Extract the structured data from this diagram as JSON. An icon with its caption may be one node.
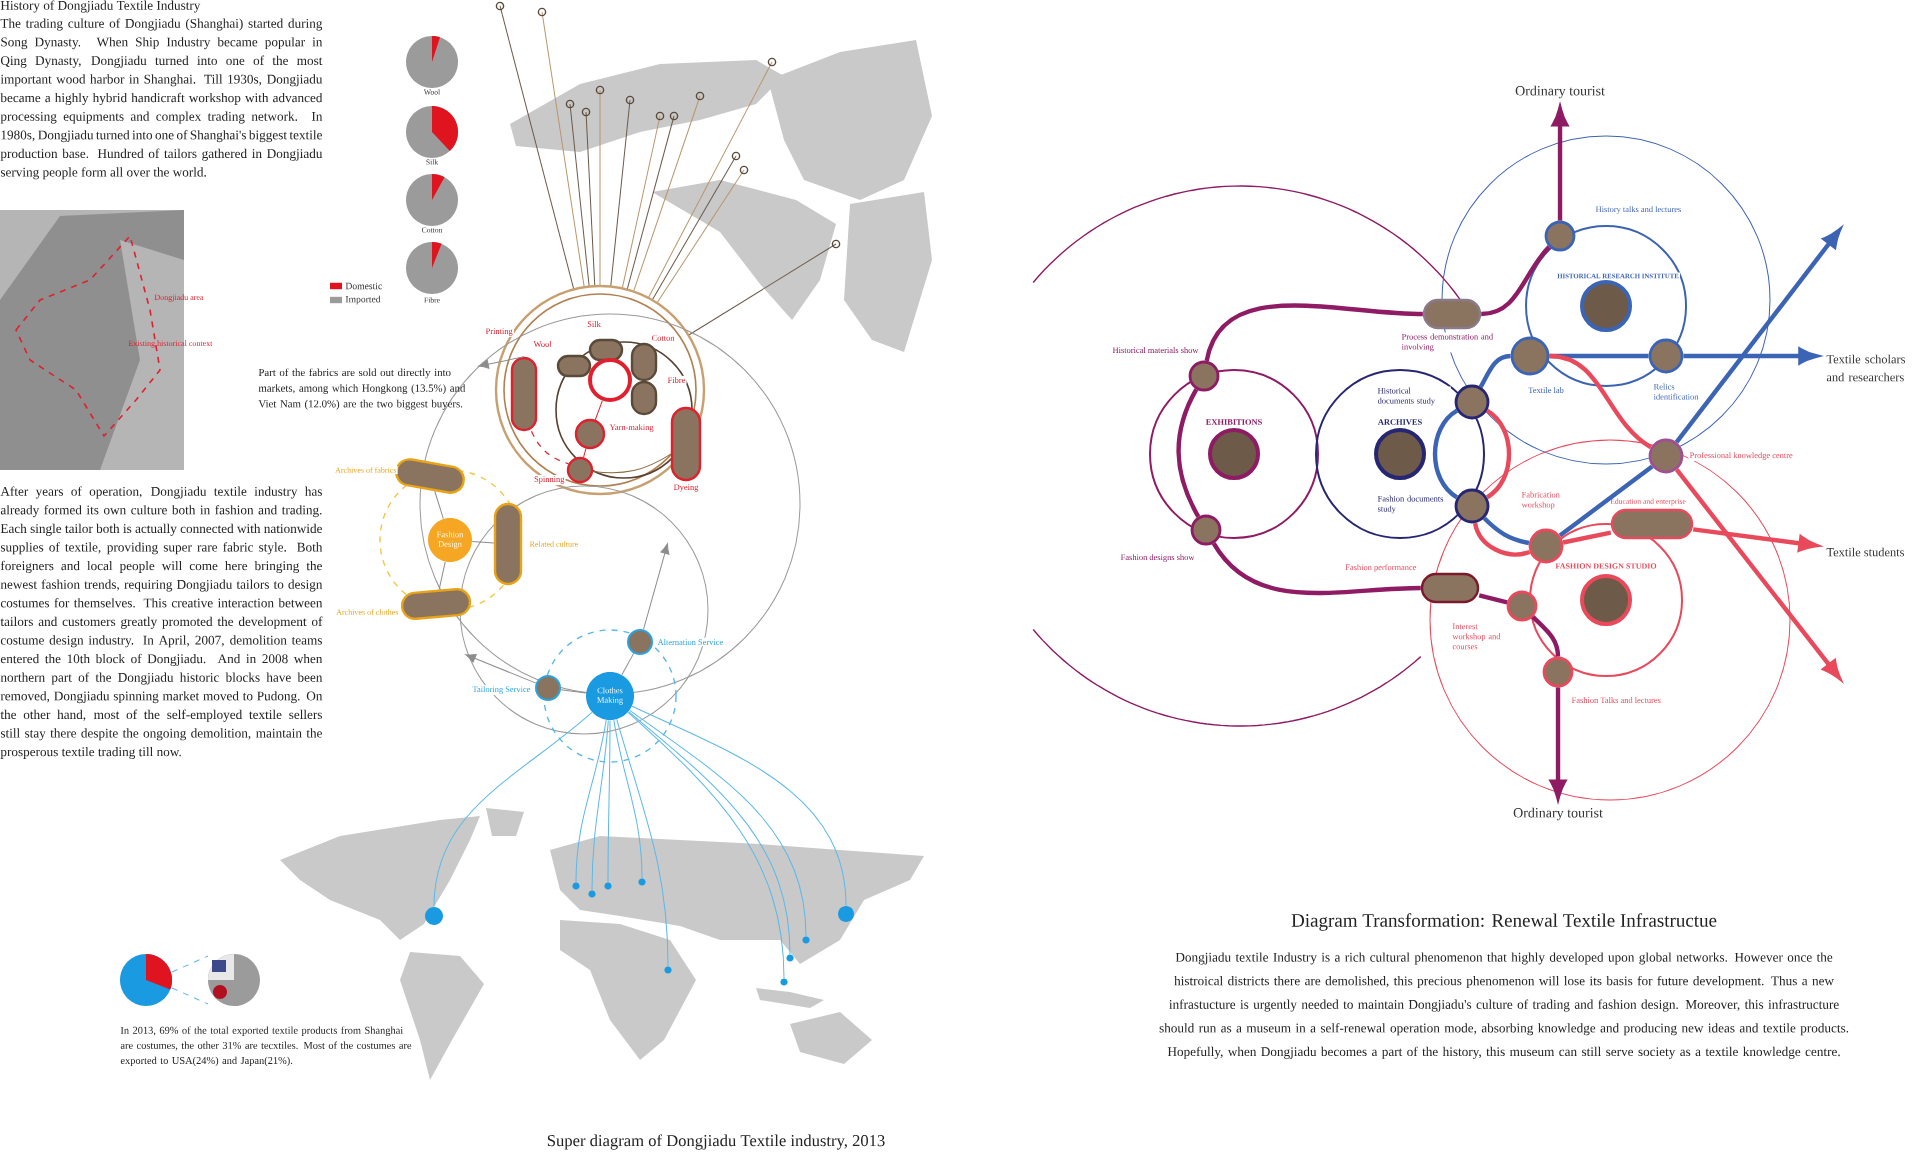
{
  "diagram": {
    "title": "Diagram Transformation: Renewal Textile Infrastructue",
    "caption": "Super diagram of Dongjiadu Textile industry, 2013",
    "nodes": [
      {
        "text": [
          "Printing"
        ]
      },
      {
        "text": [
          "Wool"
        ]
      },
      {
        "text": [
          "Silk"
        ]
      },
      {
        "text": [
          "Cotton"
        ]
      },
      {
        "text": [
          "Fibre"
        ]
      },
      {
        "text": [],
        "shape": "circle"
      },
      {
        "text": [
          "Yarn-making"
        ]
      },
      {
        "text": [
          "Spinning"
        ]
      },
      {
        "text": [
          "Dyeing"
        ]
      },
      {
        "text": [
          "Fashion Design"
        ]
      },
      {
        "text": [
          "Archives of fabrics"
        ]
      },
      {
        "text": [
          "Related culture"
        ]
      },
      {
        "text": [
          "Archives of clothes"
        ]
      },
      {
        "text": [
          "Clothes Making"
        ]
      },
      {
        "text": [
          "Tailoring Service"
        ]
      },
      {
        "text": [
          "Alternation Service"
        ]
      },
      {
        "text": [],
        "shape": "circle"
      },
      {
        "text": [],
        "shape": "circle"
      },
      {
        "text": [],
        "shape": "circle"
      },
      {
        "text": [],
        "shape": "circle"
      },
      {
        "text": [],
        "shape": "circle"
      },
      {
        "text": [],
        "shape": "circle"
      },
      {
        "text": [],
        "shape": "circle"
      },
      {
        "text": [],
        "shape": "circle"
      },
      {
        "text": [],
        "shape": "circle"
      },
      {
        "text": [],
        "shape": "circle"
      },
      {
        "text": [
          "Ordinary tourist"
        ]
      },
      {
        "text": [
          "History talks and lectures"
        ]
      },
      {
        "text": [
          "Process demonstration and involving"
        ]
      },
      {
        "text": [
          "HISTORICAL RESEARCH INSTITUTE"
        ]
      },
      {
        "text": [
          "Historical materials show"
        ]
      },
      {
        "text": [
          "EXHIBITIONS"
        ]
      },
      {
        "text": [
          "ARCHIVES"
        ]
      },
      {
        "text": [
          "Historical documents study"
        ]
      },
      {
        "text": [
          "Textile lab"
        ]
      },
      {
        "text": [
          "Relics identification"
        ]
      },
      {
        "text": [
          "Textile scholars and researchers"
        ]
      },
      {
        "text": [
          "Fashion documents study"
        ]
      },
      {
        "text": [
          "Professional knowledge centre"
        ]
      },
      {
        "text": [
          "Fabrication workshop"
        ]
      },
      {
        "text": [
          "Education and enterprise"
        ]
      },
      {
        "text": [
          "Textile students"
        ]
      },
      {
        "text": [
          "Fashion designs show"
        ]
      },
      {
        "text": [
          "FASHION DESIGN STUDIO"
        ]
      },
      {
        "text": [
          "Fashion performance"
        ]
      },
      {
        "text": [
          "Interest workshop and courses"
        ]
      },
      {
        "text": [
          "Fashion Talks and lectures"
        ]
      },
      {
        "text": [
          "Ordinary tourist"
        ]
      },
      {
        "text": [
          "Part of the fabrics are sold out directly into markets, among which Hongkong (13.5%) and Viet Nam (12.0%) are the two biggest buyers."
        ]
      }
    ],
    "edges": [
      {
        "from": 0,
        "to": 48,
        "arrow": "to",
        "color": "#8c8c8c"
      },
      {
        "from": 0,
        "to": 7,
        "arrow": "none",
        "style": "dashed",
        "color": "#e0202e"
      },
      {
        "from": 7,
        "to": 6,
        "arrow": "none",
        "color": "#e0202e"
      },
      {
        "from": 6,
        "to": 5,
        "arrow": "none",
        "color": "#e0202e"
      },
      {
        "from": 7,
        "to": 8,
        "arrow": "none",
        "color": "#8b6b3e"
      },
      {
        "from": 9,
        "to": 10,
        "arrow": "none",
        "color": "#8c8c8c"
      },
      {
        "from": 9,
        "to": 11,
        "arrow": "none",
        "color": "#8c8c8c"
      },
      {
        "from": 9,
        "to": 12,
        "arrow": "none",
        "color": "#8c8c8c"
      },
      {
        "from": 13,
        "to": 14,
        "arrow": "none",
        "color": "#8c8c8c"
      },
      {
        "from": 13,
        "to": 15,
        "arrow": "none",
        "color": "#8c8c8c"
      },
      {
        "from": 14,
        "to": null,
        "arrow": "to",
        "color": "#8c8c8c"
      },
      {
        "from": 15,
        "to": null,
        "arrow": "to",
        "color": "#8c8c8c"
      },
      {
        "from": 13,
        "to": 16,
        "arrow": "none",
        "color": "#5bb8e8"
      },
      {
        "from": 13,
        "to": 17,
        "arrow": "none",
        "color": "#5bb8e8"
      },
      {
        "from": 13,
        "to": 18,
        "arrow": "none",
        "color": "#5bb8e8"
      },
      {
        "from": 13,
        "to": 19,
        "arrow": "none",
        "color": "#5bb8e8"
      },
      {
        "from": 13,
        "to": 20,
        "arrow": "none",
        "color": "#5bb8e8"
      },
      {
        "from": 13,
        "to": 21,
        "arrow": "none",
        "color": "#5bb8e8"
      },
      {
        "from": 13,
        "to": 22,
        "arrow": "none",
        "color": "#5bb8e8"
      },
      {
        "from": 13,
        "to": 23,
        "arrow": "none",
        "color": "#5bb8e8"
      },
      {
        "from": 13,
        "to": 24,
        "arrow": "none",
        "color": "#5bb8e8"
      },
      {
        "from": 13,
        "to": 25,
        "arrow": "none",
        "color": "#5bb8e8"
      },
      {
        "from": 27,
        "to": 26,
        "arrow": "to",
        "style": "thick",
        "color": "#8e1b63"
      },
      {
        "from": 28,
        "to": 27,
        "arrow": "none",
        "style": "thick",
        "color": "#8e1b63"
      },
      {
        "from": 30,
        "to": 28,
        "arrow": "none",
        "style": "thick",
        "color": "#8e1b63"
      },
      {
        "from": 42,
        "to": 30,
        "arrow": "none",
        "style": "thick",
        "color": "#8e1b63"
      },
      {
        "from": 44,
        "to": 42,
        "arrow": "none",
        "style": "thick",
        "color": "#8e1b63"
      },
      {
        "from": 45,
        "to": 44,
        "arrow": "none",
        "style": "thick",
        "color": "#8e1b63"
      },
      {
        "from": 46,
        "to": 45,
        "arrow": "none",
        "style": "thick",
        "color": "#8e1b63"
      },
      {
        "from": 46,
        "to": 47,
        "arrow": "to",
        "style": "thick",
        "color": "#8e1b63"
      },
      {
        "from": 33,
        "to": 34,
        "arrow": "none",
        "style": "thick",
        "color": "#3c64b4"
      },
      {
        "from": 34,
        "to": 35,
        "arrow": "none",
        "style": "thick",
        "color": "#3c64b4"
      },
      {
        "from": 35,
        "to": 36,
        "arrow": "to",
        "style": "thick",
        "color": "#3c64b4"
      },
      {
        "from": 37,
        "to": 33,
        "arrow": "none",
        "style": "thick",
        "color": "#3c64b4"
      },
      {
        "from": 39,
        "to": 37,
        "arrow": "none",
        "style": "thick",
        "color": "#3c64b4"
      },
      {
        "from": 39,
        "to": 38,
        "arrow": "none",
        "style": "thick",
        "color": "#3c64b4"
      },
      {
        "from": 38,
        "to": null,
        "arrow": "to",
        "style": "thick",
        "color": "#3c64b4"
      },
      {
        "from": 33,
        "to": 37,
        "arrow": "none",
        "style": "thick",
        "color": "#e8495b"
      },
      {
        "from": 34,
        "to": 38,
        "arrow": "none",
        "style": "thick",
        "color": "#e8495b"
      },
      {
        "from": 38,
        "to": null,
        "arrow": "to",
        "style": "thick",
        "color": "#e8495b"
      },
      {
        "from": 37,
        "to": 39,
        "arrow": "none",
        "style": "thick",
        "color": "#e8495b"
      },
      {
        "from": 39,
        "to": 40,
        "arrow": "none",
        "style": "thick",
        "color": "#e8495b"
      },
      {
        "from": 40,
        "to": 41,
        "arrow": "to",
        "style": "thick",
        "color": "#e8495b"
      }
    ],
    "labels": [
      "History of Dongjiadu Textile Industry",
      "The trading culture of Dongjiadu (Shanghai) started during Song Dynasty. When Ship Industry became popular in Qing Dynasty, Dongjiadu turned into one of the most important wood harbor in Shanghai. Till 1930s, Dongjiadu became a highly hybrid handicraft workshop with advanced processing equipments and complex trading network. In 1980s, Dongjiadu turned into one of Shanghai's biggest textile production base. Hundred of tailors gathered in Dongjiadu serving people form all over the world.",
      "Wool",
      "Silk",
      "Cotton",
      "Fibre",
      "Dongjiadu area",
      "Existing historical context",
      "After years of operation, Dongjiadu textile industry has already formed its own culture both in fashion and trading. Each single tailor both is actually connected with nationwide supplies of textile, providing super rare fabric style. Both foreigners and local people will come here bringing the newest fashion trends, requiring Dongjiadu tailors to design costumes for themselves. This creative interaction between tailors and customers greatly promoted the development of costume design industry. In April, 2007, demolition teams entered the 10th block of Dongjiadu. And in 2008 when northern part of the Dongjiadu historic blocks have been removed, Dongjiadu spinning market moved to Pudong. On the other hand, most of the self-employed textile sellers still stay there despite the ongoing demolition, maintain the prosperous textile trading till now.",
      "In 2013, 69% of the total exported textile products from Shanghai are costumes, the other 31% are tecxtiles. Most of the costumes are exported to USA(24%) and Japan(21%).",
      "Dongjiadu textile Industry is a rich cultural phenomenon that highly developed upon global networks. However once the histroical districts there are demolished, this precious phenomenon will lose its basis for future development. Thus a new infrastucture is urgently needed to maintain Dongjiadu's culture of trading and fashion design. Moreover, this infrastructure should run as a museum in a self-renewal operation mode, absorbing knowledge and producing new ideas and textile products. Hopefully, when Dongjiadu becomes a part of the history, this museum can still serve society as a textile knowledge centre."
    ],
    "legend": [
      {
        "text": "Domestic",
        "color": "#e0141e"
      },
      {
        "text": "Imported",
        "color": "#9b9b9b"
      }
    ]
  }
}
